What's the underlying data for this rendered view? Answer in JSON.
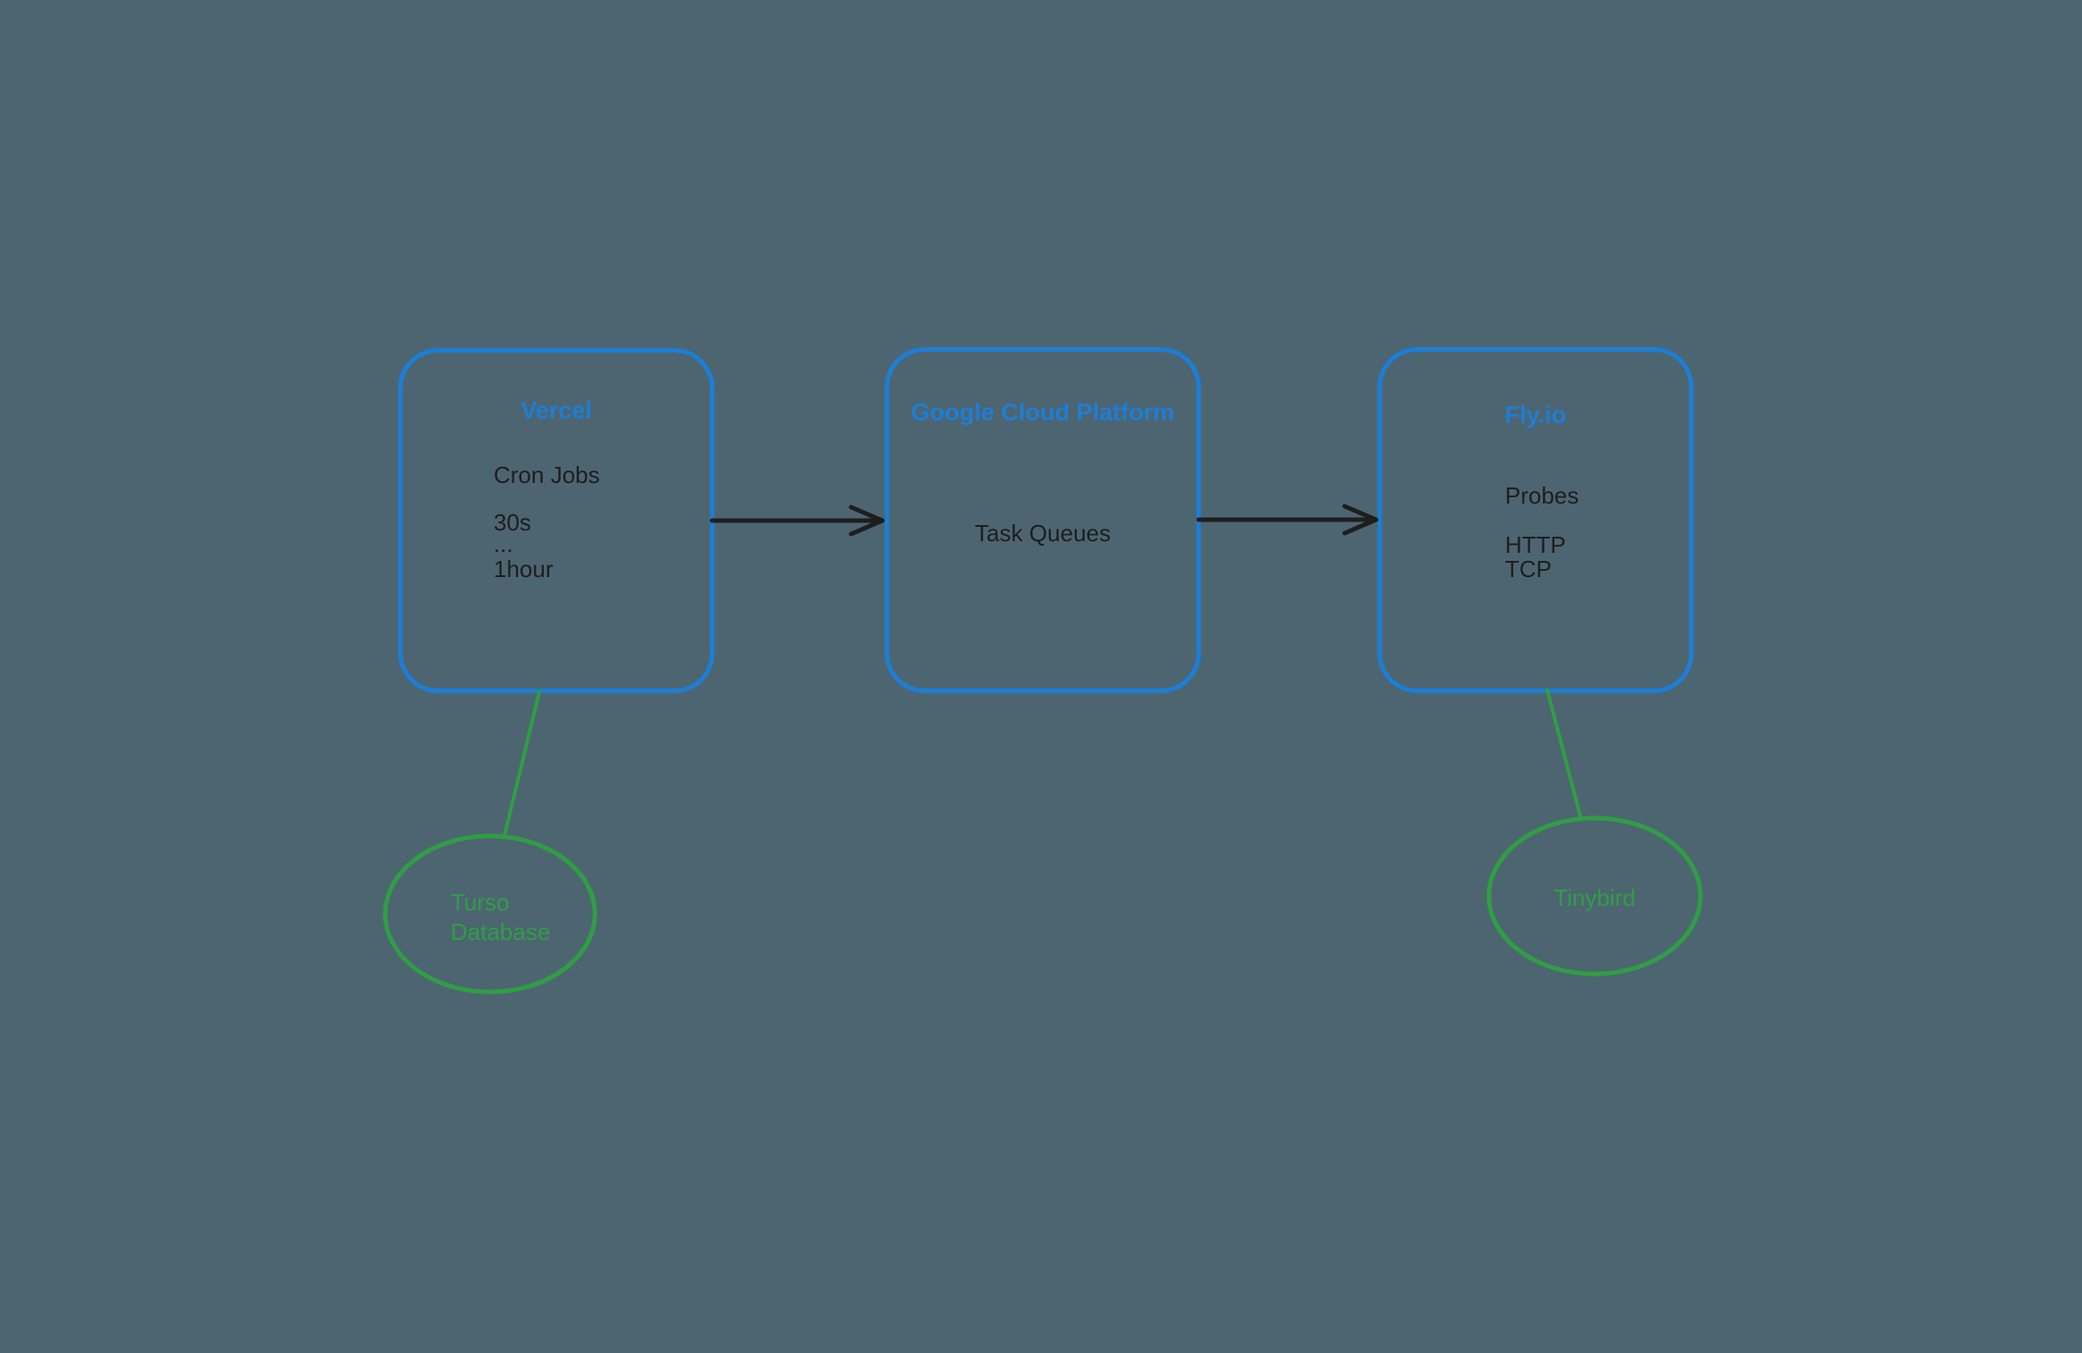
{
  "colors": {
    "background": "#4d6571",
    "blue": "#1c7ed6",
    "green": "#2f9e44",
    "ink": "#1e1e1e"
  },
  "nodes": {
    "vercel": {
      "title": "Vercel",
      "lines": [
        "Cron Jobs",
        "30s",
        "...",
        "1hour"
      ]
    },
    "gcp": {
      "title": "Google Cloud Platform",
      "label": "Task Queues"
    },
    "fly": {
      "title": "Fly.io",
      "lines": [
        "Probes",
        "HTTP",
        "TCP"
      ]
    },
    "turso": {
      "lines": [
        "Turso",
        "Database"
      ]
    },
    "tinybird": {
      "label": "Tinybird"
    }
  }
}
